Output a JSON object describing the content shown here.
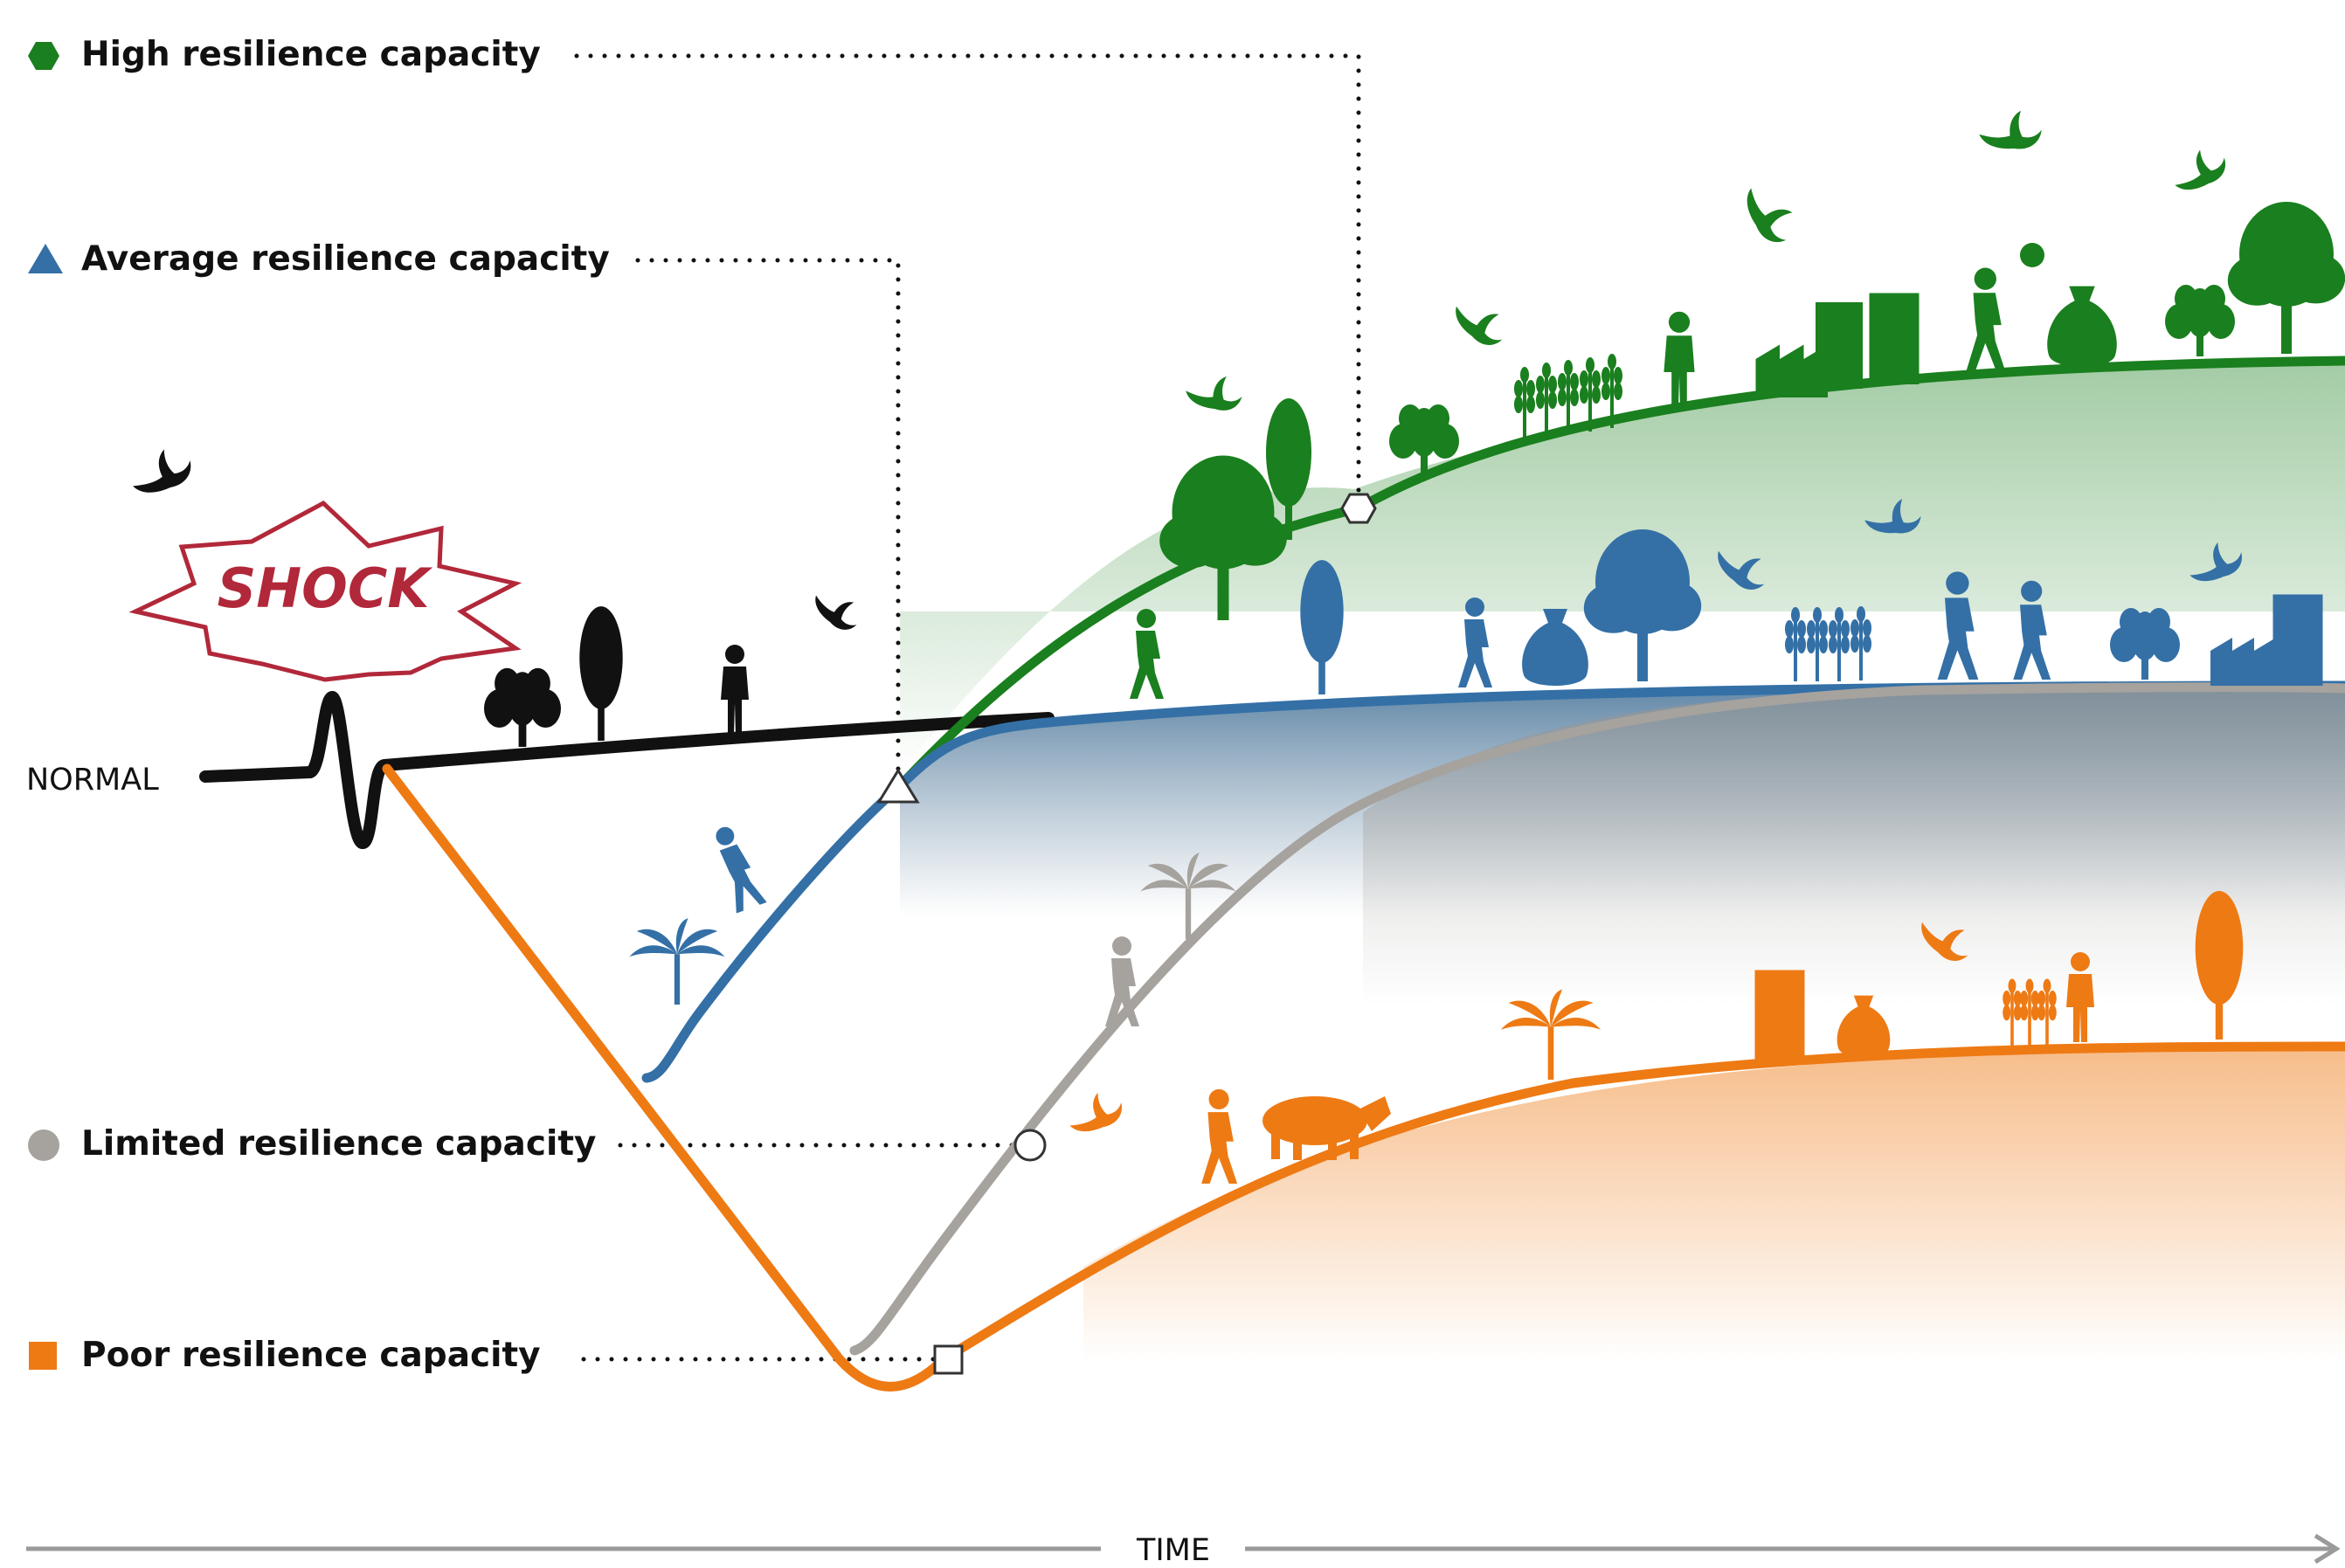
{
  "legend": {
    "high": {
      "label": "High resilience capacity",
      "color": "#1a7f1e",
      "icon": "hexagon-icon"
    },
    "average": {
      "label": "Average resilience capacity",
      "color": "#3470a6",
      "icon": "triangle-icon"
    },
    "limited": {
      "label": "Limited resilience capacity",
      "color": "#a6a29e",
      "icon": "circle-icon"
    },
    "poor": {
      "label": "Poor resilience capacity",
      "color": "#ee7a14",
      "icon": "square-icon"
    }
  },
  "normal_label": "NORMAL",
  "shock_label": "SHOCK",
  "time_label": "TIME",
  "colors": {
    "baseline": "#111111",
    "shock_outline": "#b1283a"
  }
}
